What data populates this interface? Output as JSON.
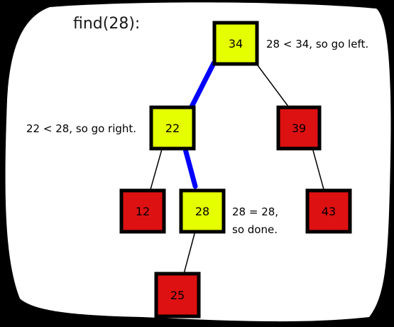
{
  "title": "find(28):",
  "nodes": {
    "n34": {
      "label": "34",
      "state": "visited"
    },
    "n22": {
      "label": "22",
      "state": "visited"
    },
    "n39": {
      "label": "39",
      "state": "unvisited"
    },
    "n12": {
      "label": "12",
      "state": "unvisited"
    },
    "n28": {
      "label": "28",
      "state": "visited"
    },
    "n43": {
      "label": "43",
      "state": "unvisited"
    },
    "n25": {
      "label": "25",
      "state": "unvisited"
    }
  },
  "edges": [
    {
      "from": "34",
      "to": "22",
      "on_path": true
    },
    {
      "from": "34",
      "to": "39",
      "on_path": false
    },
    {
      "from": "22",
      "to": "12",
      "on_path": false
    },
    {
      "from": "22",
      "to": "28",
      "on_path": true
    },
    {
      "from": "39",
      "to": "43",
      "on_path": false
    },
    {
      "from": "28",
      "to": "25",
      "on_path": false
    }
  ],
  "notes": {
    "root_note": "28 < 34, so go left.",
    "right_note": "22 < 28, so go right.",
    "done_note_line1": "28 = 28,",
    "done_note_line2": "so done."
  },
  "colors": {
    "background_blob": "#ffffff",
    "outside": "#000000",
    "visited_fill": "#e5ff00",
    "unvisited_fill": "#dd1111",
    "node_border": "#000000",
    "path_edge": "#0000ff",
    "edge": "#000000"
  }
}
